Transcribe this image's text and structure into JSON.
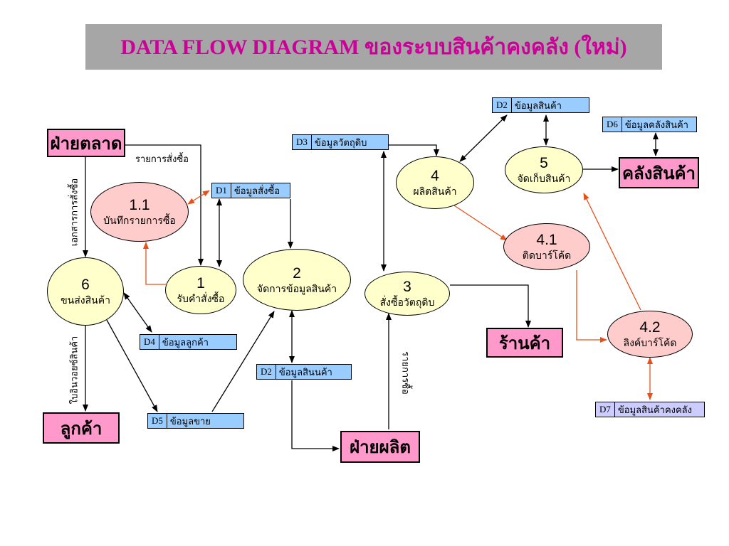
{
  "title": "DATA FLOW DIAGRAM ของระบบสินค้าคงคลัง (ใหม่)",
  "externals": {
    "marketing": "ฝ่ายตลาด",
    "customer": "ลูกค้า",
    "production": "ฝ่ายผลิต",
    "shop": "ร้านค้า",
    "warehouse": "คลังสินค้า"
  },
  "processes": {
    "p1": {
      "num": "1",
      "label": "รับคำสั่งซื้อ"
    },
    "p1_1": {
      "num": "1.1",
      "label": "บันทึกรายการซื้อ"
    },
    "p2": {
      "num": "2",
      "label": "จัดการข้อมูลสินค้า"
    },
    "p3": {
      "num": "3",
      "label": "สั่งซื้อวัตถุดิบ"
    },
    "p4": {
      "num": "4",
      "label": "ผลิตสินค้า"
    },
    "p4_1": {
      "num": "4.1",
      "label": "ติดบาร์โค้ด"
    },
    "p4_2": {
      "num": "4.2",
      "label": "ลิงค์บาร์โค้ด"
    },
    "p5": {
      "num": "5",
      "label": "จัดเก็บสินค้า"
    },
    "p6": {
      "num": "6",
      "label": "ขนส่งสินค้า"
    }
  },
  "stores": {
    "d1": {
      "id": "D1",
      "name": "ข้อมูลสั่งซื้อ"
    },
    "d2_top": {
      "id": "D2",
      "name": "ข้อมูลสินค้า"
    },
    "d2_mid": {
      "id": "D2",
      "name": "ข้อมูลสินนค้า"
    },
    "d3": {
      "id": "D3",
      "name": "ข้อมูลวัตถุดิบ"
    },
    "d4": {
      "id": "D4",
      "name": "ข้อมูลลูกค้า"
    },
    "d5": {
      "id": "D5",
      "name": "ข้อมูลขาย"
    },
    "d6": {
      "id": "D6",
      "name": "ข้อมูลคลังสินค้า"
    },
    "d7": {
      "id": "D7",
      "name": "ข้อมูลสินค้าคงคลัง"
    }
  },
  "flow_labels": {
    "order_list": "รายการสั่งซื้อ",
    "order_docs": "เอกสารการสั่งซื้อ",
    "invoice": "ใบอินวอยซ์สินค้า",
    "purchase_list": "รายการซื้อ"
  },
  "colors": {
    "title_text": "#cc0099",
    "title_bg": "#a6a6a6",
    "external_bg": "#ff99cc",
    "store_bg": "#99ccff",
    "store_d7_bg": "#ccccff",
    "process_yellow": "#ffffcc",
    "process_pink": "#ffcccc",
    "red_arrow": "#e8501a"
  }
}
